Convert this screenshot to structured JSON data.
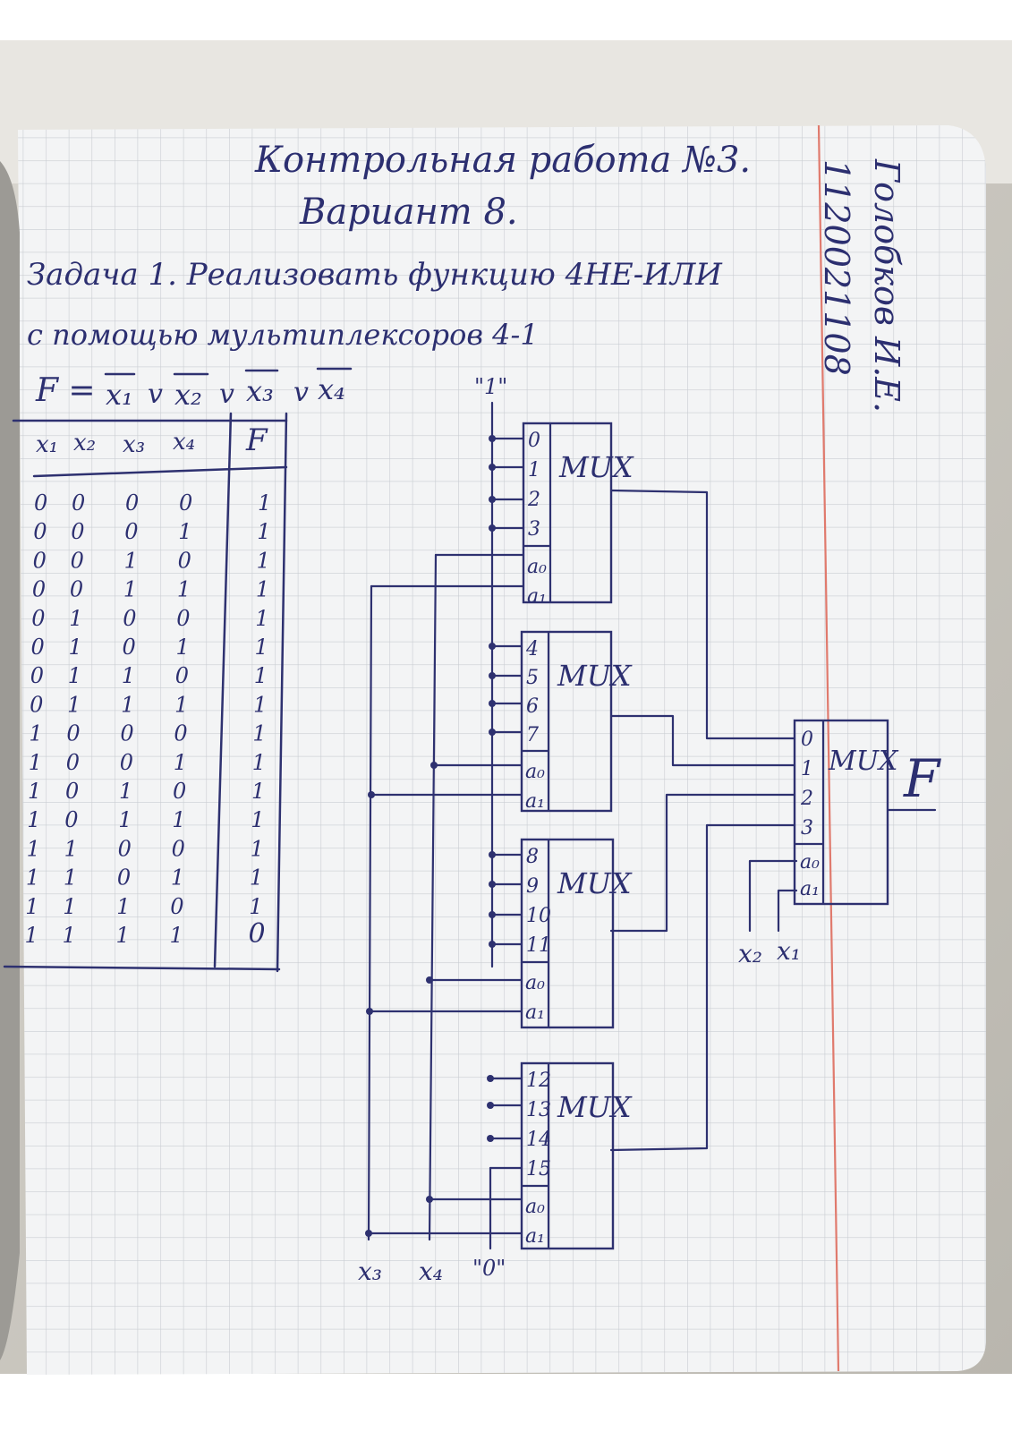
{
  "header": {
    "title": "Контрольная работа №3.",
    "variant": "Вариант 8.",
    "author": "Голобков И.Е.",
    "group": "1120021108"
  },
  "task": {
    "line1": "Задача 1. Реализовать функцию 4НЕ-ИЛИ",
    "line2": "с помощью мультиплексоров 4-1"
  },
  "formula": {
    "lhs": "F =",
    "terms": [
      "x₁",
      "x₂",
      "x₃",
      "x₄"
    ],
    "op": "v"
  },
  "truth_table": {
    "headers": [
      "x₁",
      "x₂",
      "x₃",
      "x₄",
      "F"
    ],
    "rows": [
      [
        "0",
        "0",
        "0",
        "0",
        "1"
      ],
      [
        "0",
        "0",
        "0",
        "1",
        "1"
      ],
      [
        "0",
        "0",
        "1",
        "0",
        "1"
      ],
      [
        "0",
        "0",
        "1",
        "1",
        "1"
      ],
      [
        "0",
        "1",
        "0",
        "0",
        "1"
      ],
      [
        "0",
        "1",
        "0",
        "1",
        "1"
      ],
      [
        "0",
        "1",
        "1",
        "0",
        "1"
      ],
      [
        "0",
        "1",
        "1",
        "1",
        "1"
      ],
      [
        "1",
        "0",
        "0",
        "0",
        "1"
      ],
      [
        "1",
        "0",
        "0",
        "1",
        "1"
      ],
      [
        "1",
        "0",
        "1",
        "0",
        "1"
      ],
      [
        "1",
        "0",
        "1",
        "1",
        "1"
      ],
      [
        "1",
        "1",
        "0",
        "0",
        "1"
      ],
      [
        "1",
        "1",
        "0",
        "1",
        "1"
      ],
      [
        "1",
        "1",
        "1",
        "0",
        "1"
      ],
      [
        "1",
        "1",
        "1",
        "1",
        "0"
      ]
    ]
  },
  "circuit": {
    "const_one": "\"1\"",
    "const_zero": "\"0\"",
    "mux_label": "MUX",
    "mux_blocks": [
      {
        "inputs": [
          "0",
          "1",
          "2",
          "3"
        ]
      },
      {
        "inputs": [
          "4",
          "5",
          "6",
          "7"
        ]
      },
      {
        "inputs": [
          "8",
          "9",
          "10",
          "11"
        ]
      },
      {
        "inputs": [
          "12",
          "13",
          "14",
          "15"
        ]
      }
    ],
    "select_labels": [
      "a₀",
      "a₁"
    ],
    "final_inputs": [
      "0",
      "1",
      "2",
      "3"
    ],
    "final_output": "F",
    "bottom_inputs": [
      "x₃",
      "x₄"
    ],
    "final_select_inputs": [
      "x₂",
      "x₁"
    ]
  },
  "colors": {
    "ink": "#2e3170",
    "grid": "#c9cdd2",
    "margin": "#e07a6d",
    "paper": "#f4f5f6"
  }
}
